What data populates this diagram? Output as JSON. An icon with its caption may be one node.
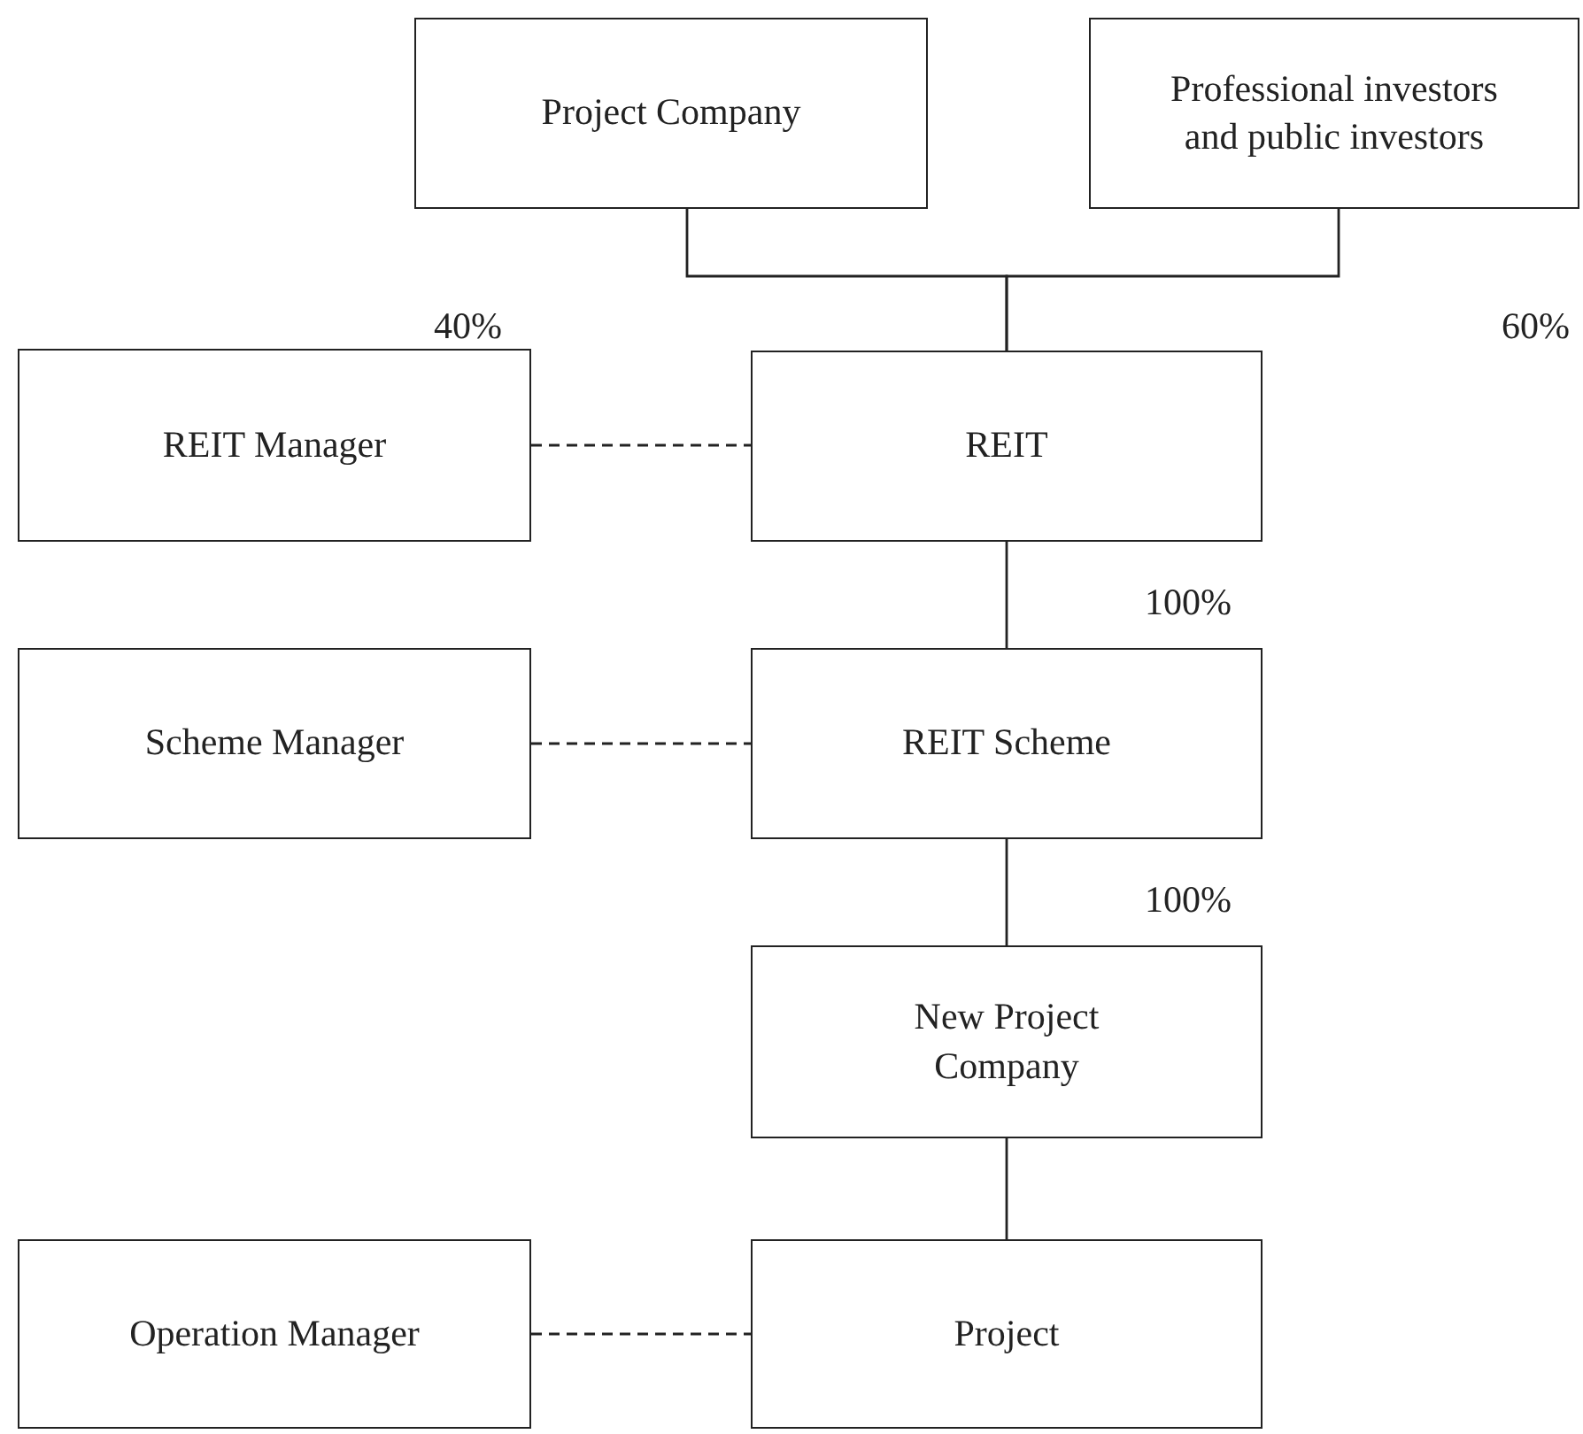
{
  "diagram": {
    "nodes": [
      {
        "text": [
          "Project Company"
        ]
      },
      {
        "text": [
          "Professional investors and public investors"
        ]
      },
      {
        "text": [
          "REIT Manager"
        ]
      },
      {
        "text": [
          "REIT"
        ]
      },
      {
        "text": [
          "Scheme Manager"
        ]
      },
      {
        "text": [
          "REIT Scheme"
        ]
      },
      {
        "text": [
          "New Project Company"
        ]
      },
      {
        "text": [
          "Operation Manager"
        ]
      },
      {
        "text": [
          "Project"
        ]
      }
    ],
    "edges": [
      {
        "from": 0,
        "to": 3,
        "arrow": "none"
      },
      {
        "from": 1,
        "to": 3,
        "arrow": "none"
      },
      {
        "from": 2,
        "to": 3,
        "arrow": "none",
        "style": "dashed"
      },
      {
        "from": 3,
        "to": 5,
        "arrow": "none",
        "label": "100%"
      },
      {
        "from": 4,
        "to": 5,
        "arrow": "none",
        "style": "dashed"
      },
      {
        "from": 5,
        "to": 6,
        "arrow": "none",
        "label": "100%"
      },
      {
        "from": 6,
        "to": 8,
        "arrow": "none"
      },
      {
        "from": 7,
        "to": 8,
        "arrow": "none",
        "style": "dashed"
      }
    ],
    "labels": [
      "40%",
      "60%"
    ]
  }
}
